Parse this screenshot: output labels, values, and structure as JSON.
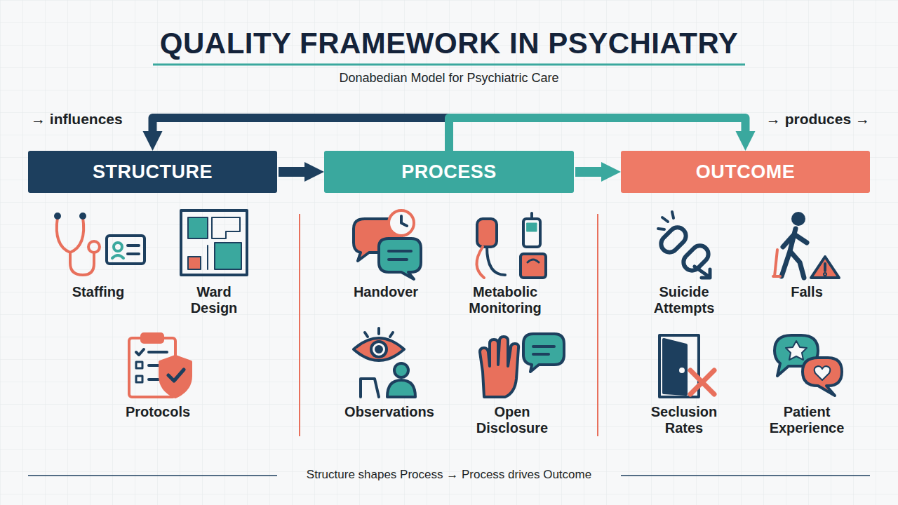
{
  "diagram": {
    "title": "QUALITY FRAMEWORK IN PSYCHIATRY",
    "caption": "Structure shapes Process → Process drives Outcome",
    "nodes": [
      {
        "text": [
          "STRUCTURE"
        ]
      },
      {
        "text": [
          "PROCESS"
        ]
      },
      {
        "text": [
          "OUTCOME"
        ]
      }
    ],
    "edges": [
      {
        "from": 0,
        "to": 1,
        "arrow": "to"
      },
      {
        "from": 1,
        "to": 2,
        "arrow": "to"
      },
      {
        "from": 1,
        "to": 0,
        "arrow": "to"
      },
      {
        "from": 1,
        "to": 2,
        "arrow": "to"
      }
    ],
    "labels": [
      "Donabedian Model for Psychiatric Care",
      "→ influences",
      "→ produces →",
      "Staffing",
      "Ward Design",
      "Protocols",
      "Handover",
      "Metabolic Monitoring",
      "Observations",
      "Open Disclosure",
      "Suicide Attempts",
      "Falls",
      "Seclusion Rates",
      "Patient Experience"
    ]
  }
}
